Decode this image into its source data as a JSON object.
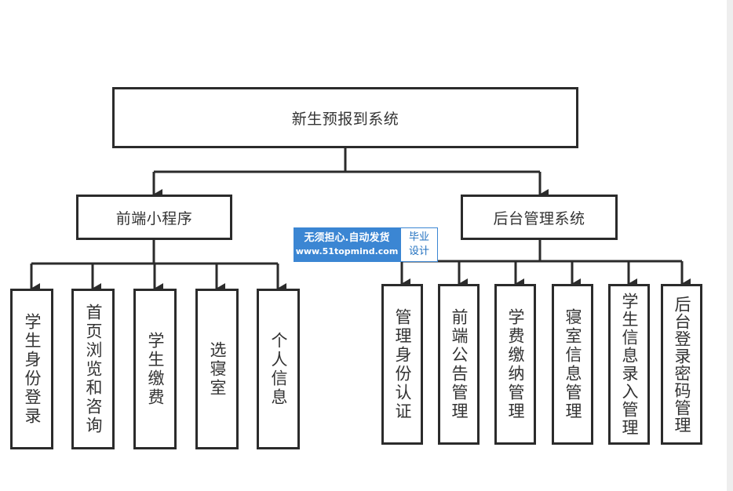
{
  "root": {
    "label": "新生预报到系统"
  },
  "left_branch": {
    "label": "前端小程序",
    "children": [
      "学生身份登录",
      "首页浏览和咨询",
      "学生缴费",
      "选寝室",
      "个人信息"
    ]
  },
  "right_branch": {
    "label": "后台管理系统",
    "children": [
      "管理身份认证",
      "前端公告管理",
      "学费缴纳管理",
      "寝室信息管理",
      "学生信息录入管理",
      "后台登录密码管理"
    ]
  },
  "watermark": {
    "line1": "无须担心.自动发货",
    "line2": "www.51topmind.com",
    "badge_line1": "毕业",
    "badge_line2": "设计"
  },
  "colors": {
    "line": "#2b2b2b",
    "watermark_blue": "#3b86d3",
    "highlight": "#b9d3f2"
  }
}
